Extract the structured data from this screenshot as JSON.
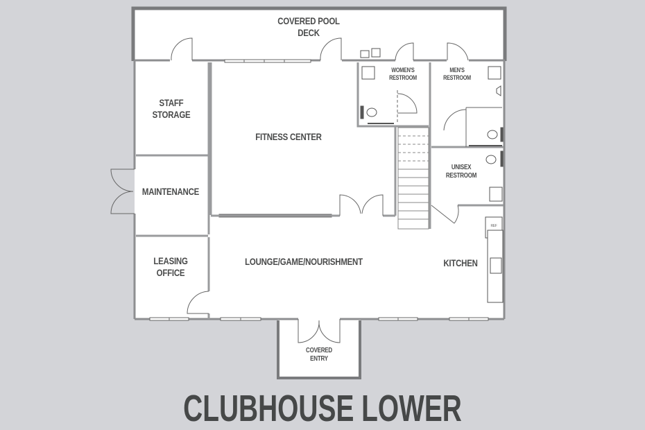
{
  "title": "CLUBHOUSE LOWER",
  "colors": {
    "background": "#d3d4d8",
    "floor": "#ffffff",
    "outer_wall": "#7a7b7d",
    "inner_wall": "#9a9b9d",
    "label_text": "#4a4b4b"
  },
  "rooms": {
    "covered_pool_deck": {
      "line1": "COVERED POOL",
      "line2": "DECK"
    },
    "womens_restroom": {
      "line1": "WOMEN'S",
      "line2": "RESTROOM"
    },
    "mens_restroom": {
      "line1": "MEN'S",
      "line2": "RESTROOM"
    },
    "staff_storage": {
      "line1": "STAFF",
      "line2": "STORAGE"
    },
    "fitness_center": {
      "line1": "FITNESS CENTER"
    },
    "unisex_restroom": {
      "line1": "UNISEX",
      "line2": "RESTROOM"
    },
    "maintenance": {
      "line1": "MAINTENANCE"
    },
    "leasing_office": {
      "line1": "LEASING",
      "line2": "OFFICE"
    },
    "lounge": {
      "line1": "LOUNGE/GAME/NOURISHMENT"
    },
    "kitchen": {
      "line1": "KITCHEN"
    },
    "covered_entry": {
      "line1": "COVERED",
      "line2": "ENTRY"
    }
  },
  "fixtures": {
    "refrigerator": "REF"
  }
}
